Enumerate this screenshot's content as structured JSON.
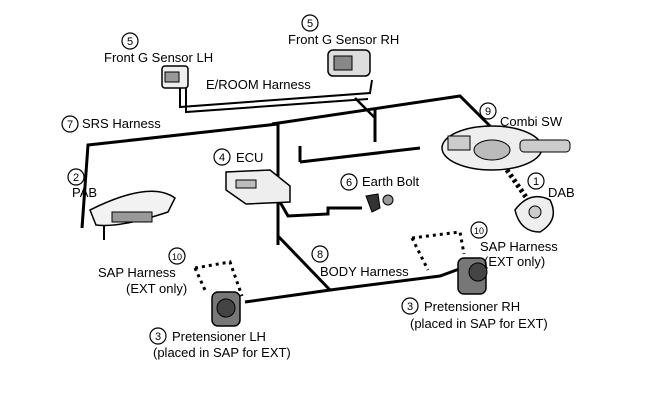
{
  "labels": {
    "front_g_lh": {
      "num": "5",
      "text": "Front G Sensor LH"
    },
    "front_g_rh": {
      "num": "5",
      "text": "Front G Sensor RH"
    },
    "eroom": {
      "text": "E/ROOM Harness"
    },
    "srs": {
      "num": "7",
      "text": "SRS Harness"
    },
    "combi": {
      "num": "9",
      "text": "Combi SW"
    },
    "pab": {
      "num": "2",
      "text": "PAB"
    },
    "ecu": {
      "num": "4",
      "text": "ECU"
    },
    "earth": {
      "num": "6",
      "text": "Earth Bolt"
    },
    "dab": {
      "num": "1",
      "text": "DAB"
    },
    "sap_rh": {
      "num": "10",
      "line1": "SAP Harness",
      "line2": "(EXT only)"
    },
    "body": {
      "num": "8",
      "text": "BODY Harness"
    },
    "sap_lh": {
      "num": "10",
      "line1": "SAP Harness",
      "line2": "(EXT only)"
    },
    "pret_rh": {
      "num": "3",
      "line1": "Pretensioner RH",
      "line2": "(placed in SAP for EXT)"
    },
    "pret_lh": {
      "num": "3",
      "line1": "Pretensioner LH",
      "line2": "(placed in SAP for EXT)"
    }
  }
}
